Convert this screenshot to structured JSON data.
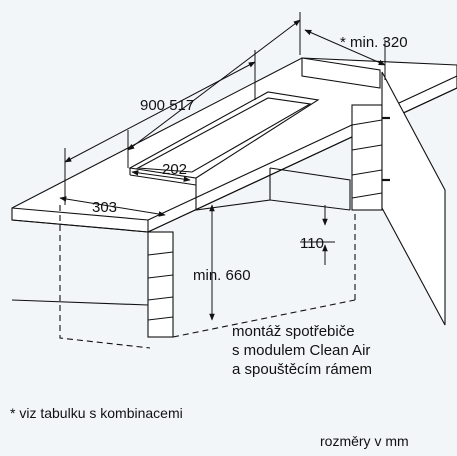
{
  "dimensions": {
    "depth_min": "* min. 320",
    "width": "900 517",
    "cutout": "202",
    "front": "303",
    "height_min": "min. 660",
    "drop": "110"
  },
  "notes": {
    "line1": "montáž spotřebiče",
    "line2": "s modulem Clean Air",
    "line3": "a spouštěcím rámem"
  },
  "footnote": "* viz tabulku s kombinacemi",
  "units": "rozměry v mm"
}
